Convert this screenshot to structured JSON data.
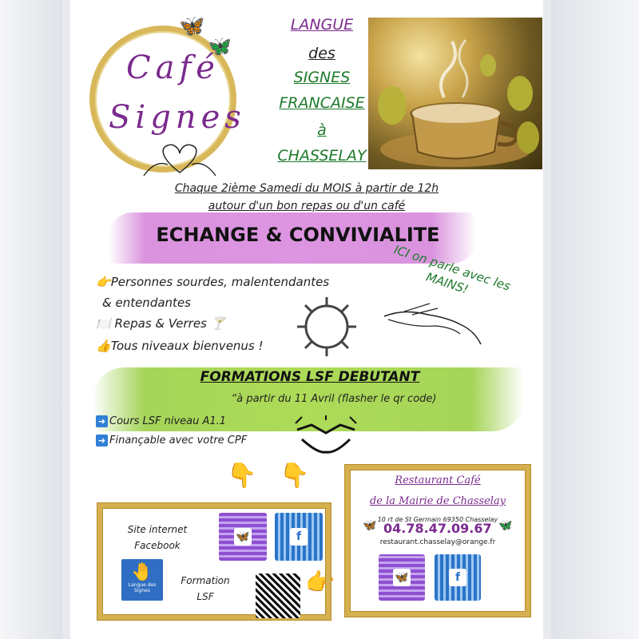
{
  "logo": {
    "word1": "Café",
    "word2": "Signes"
  },
  "title": {
    "l1": "LANGUE",
    "l2": "des",
    "l3": "SIGNES",
    "l4": "FRANCAISE",
    "l5": "à",
    "l6": "CHASSELAY"
  },
  "subtitle": {
    "line1": "Chaque 2ième Samedi du MOIS à partir de 12h",
    "line2": "autour d'un bon repas ou d'un café"
  },
  "banner": "ECHANGE & CONVIVIALITE",
  "ici": "ICI on parle avec les MAINS!",
  "features": {
    "f1": "Personnes sourdes, malentendantes",
    "f1b": "& entendantes",
    "f2": "Repas & Verres",
    "f3": "Tous niveaux bienvenus !"
  },
  "formations": {
    "title": "FORMATIONS LSF DEBUTANT",
    "sub": "“à partir du 11 Avril (flasher le qr code)",
    "b1": "Cours LSF niveau A1.1",
    "b2": "Finançable avec votre CPF"
  },
  "left_box": {
    "site": "Site internet",
    "fb": "Facebook",
    "formation": "Formation",
    "lsf": "LSF",
    "logo_caption": "Langue des Signes"
  },
  "restaurant": {
    "name1": "Restaurant Café",
    "name2": "de la Mairie de Chasselay",
    "address": "10 rt de St Germain 69350 Chasselay",
    "phone": "04.78.47.09.67",
    "email": "restaurant.chasselay@orange.fr"
  },
  "colors": {
    "purple": "#7b2a8e",
    "green": "#1e7a2c",
    "bamboo": "#d6b04e"
  },
  "icons": [
    "butterfly-icon",
    "pointing-hand-icon",
    "plate-icon",
    "cocktail-icon",
    "thumbs-up-icon",
    "right-arrow-icon",
    "handshake-icon",
    "facebook-icon"
  ]
}
